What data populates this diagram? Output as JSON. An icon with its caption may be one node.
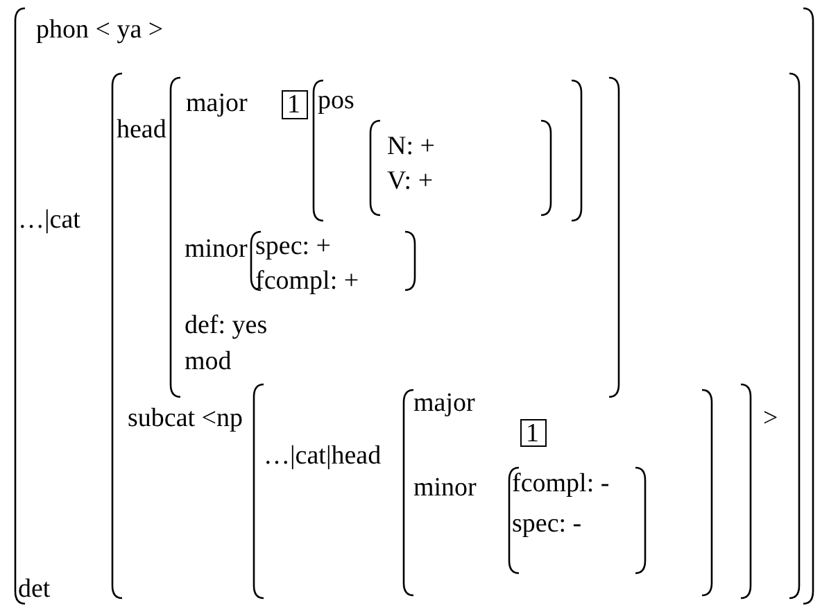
{
  "diagram": {
    "nodes": [
      {
        "text": [
          "phon < ya >",
          "…|cat",
          "det"
        ]
      },
      {
        "text": [
          "head",
          "subcat <np",
          ">"
        ],
        "in": 0
      },
      {
        "text": [
          "major",
          "minor",
          "def: yes",
          "mod"
        ],
        "in": 1
      },
      {
        "text": [
          "1"
        ],
        "in": 2
      },
      {
        "text": [
          "pos"
        ],
        "in": 2
      },
      {
        "text": [
          "N: +",
          "V: +"
        ],
        "in": 4
      },
      {
        "text": [
          "spec: +",
          "fcompl: +"
        ],
        "in": 2
      },
      {
        "text": [
          "…|cat|head"
        ],
        "in": 1
      },
      {
        "text": [
          "major",
          "minor"
        ],
        "in": 7
      },
      {
        "text": [
          "1"
        ],
        "in": 8
      },
      {
        "text": [
          "fcompl: -",
          "spec: -"
        ],
        "in": 8
      }
    ]
  }
}
